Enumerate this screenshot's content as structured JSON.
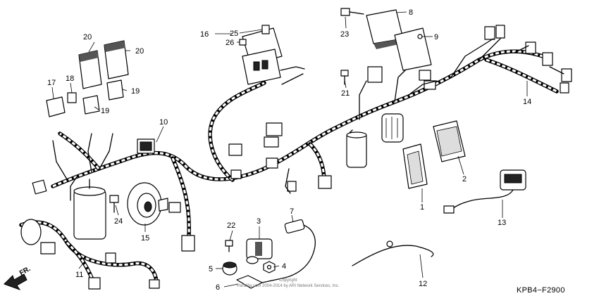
{
  "diagram_code": "KPB4−F2900",
  "copyright": [
    "Copyright",
    "Partzilla.com 2004-2014 by ARI Network Services, Inc."
  ],
  "direction_label": "FR.",
  "callouts": {
    "p1": "1",
    "p2": "2",
    "p3": "3",
    "p4": "4",
    "p5": "5",
    "p6": "6",
    "p7": "7",
    "p8": "8",
    "p9": "9",
    "p10": "10",
    "p11": "11",
    "p12": "12",
    "p13": "13",
    "p14": "14",
    "p15": "15",
    "p16": "16",
    "p17": "17",
    "p18": "18",
    "p19a": "19",
    "p19b": "19",
    "p20a": "20",
    "p20b": "20",
    "p21": "21",
    "p22": "22",
    "p23": "23",
    "p24": "24",
    "p25": "25",
    "p26": "26"
  }
}
